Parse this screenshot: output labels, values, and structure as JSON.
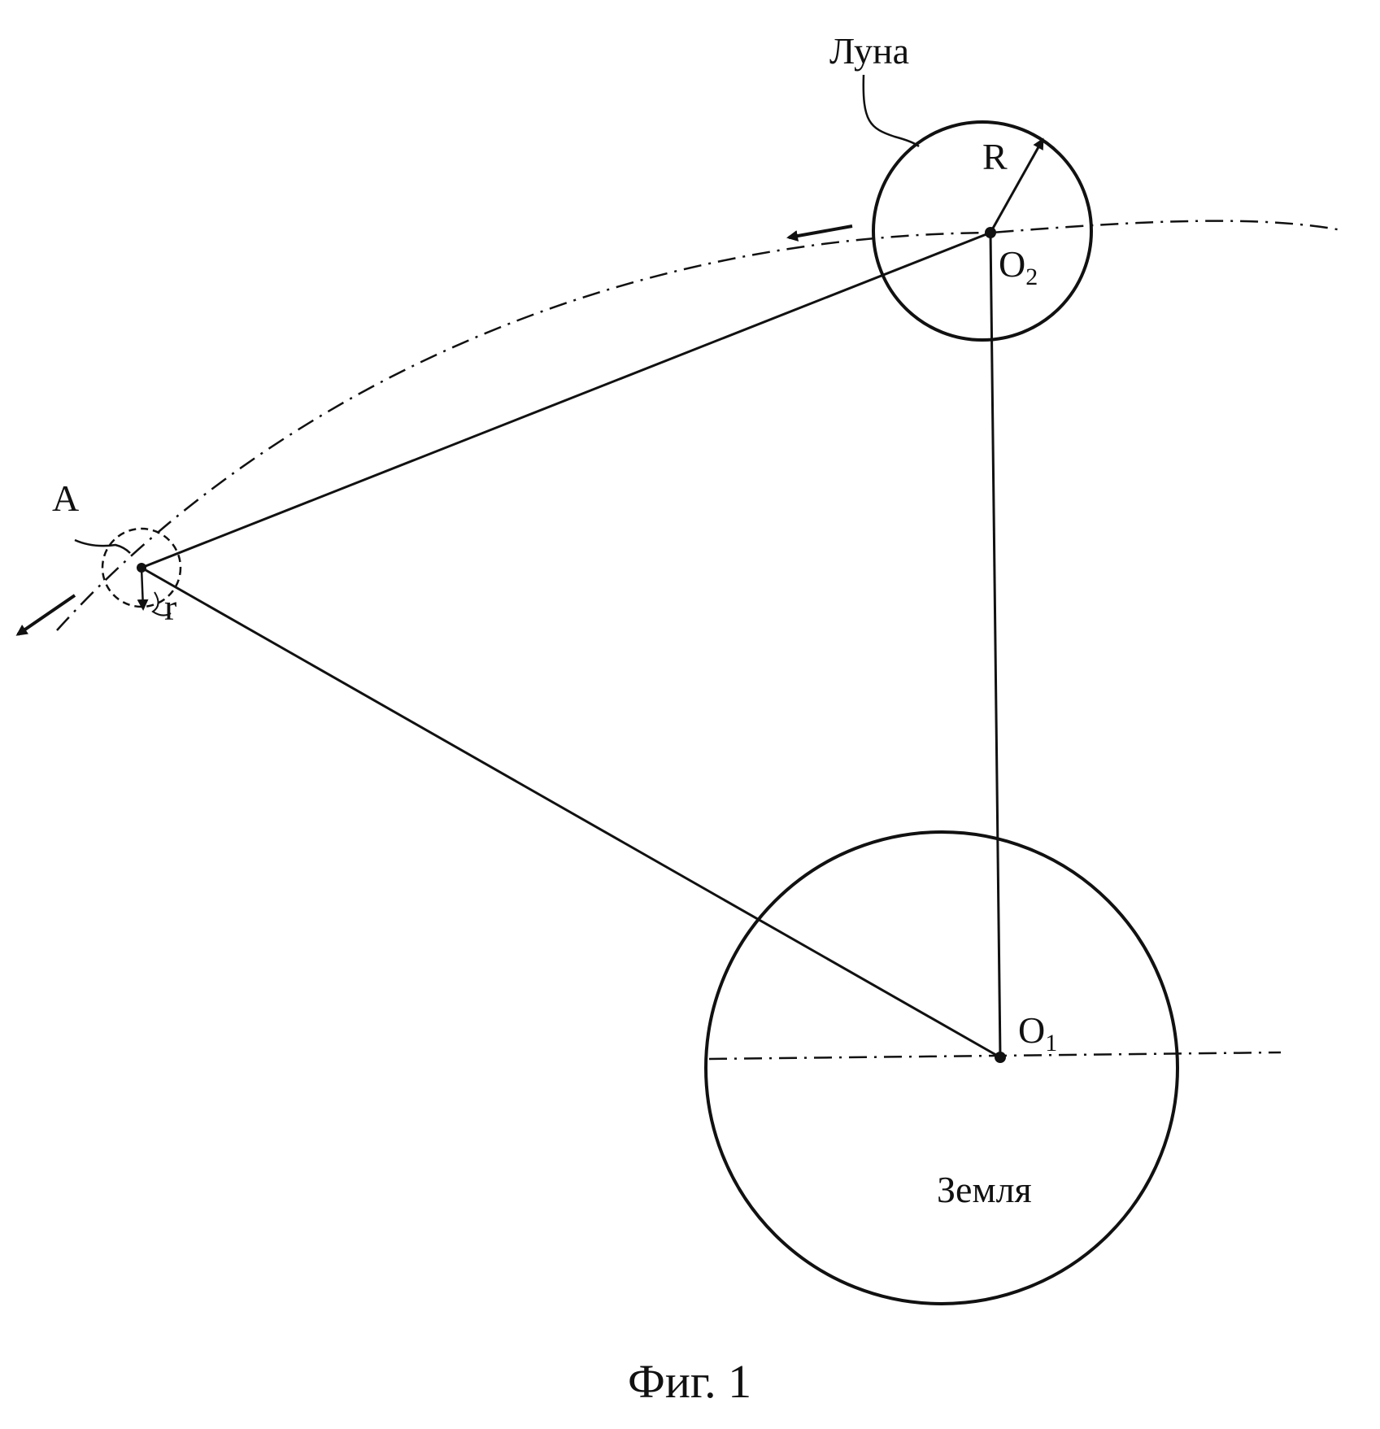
{
  "figure": {
    "caption": "Фиг. 1",
    "moon_label": "Луна",
    "earth_label": "Земля",
    "point_a_label": "A",
    "radius_big_label": "R",
    "radius_small_label": "r",
    "o2_main": "O",
    "o2_sub": "2",
    "o1_main": "O",
    "o1_sub": "1"
  },
  "colors": {
    "ink": "#111111",
    "paper": "#ffffff"
  }
}
